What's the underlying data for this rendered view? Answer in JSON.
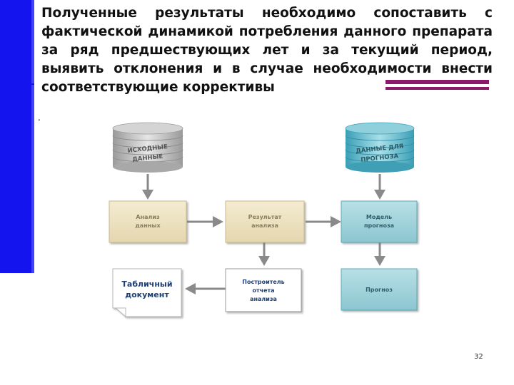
{
  "title": "Полученные результаты необходимо сопоставить с фактической динамикой потребления данного препарата за ряд предшествующих лет и за текущий период, выявить отклонения и в случае необходимости внести соответствующие коррективы",
  "dot": ".",
  "diagram": {
    "db_source": [
      "ИСХОДНЫЕ",
      "ДАННЫЕ"
    ],
    "db_forecast": [
      "ДАННЫЕ ДЛЯ",
      "ПРОГНОЗА"
    ],
    "box_analysis": [
      "Анализ",
      "данных"
    ],
    "box_result": [
      "Результат",
      "анализа"
    ],
    "box_model": [
      "Модель",
      "прогноза"
    ],
    "box_doc": [
      "Табличный",
      "документ"
    ],
    "box_builder": [
      "Построитель",
      "отчета",
      "анализа"
    ],
    "box_forecast": [
      "Прогноз"
    ]
  },
  "colors": {
    "accent_blue": "#1414ee",
    "accent_purple": "#8b1a6b",
    "box_beige": "#ece3c6",
    "box_teal": "#9fd0d8",
    "arrow": "#8a8a8a"
  },
  "slide_number": "32"
}
